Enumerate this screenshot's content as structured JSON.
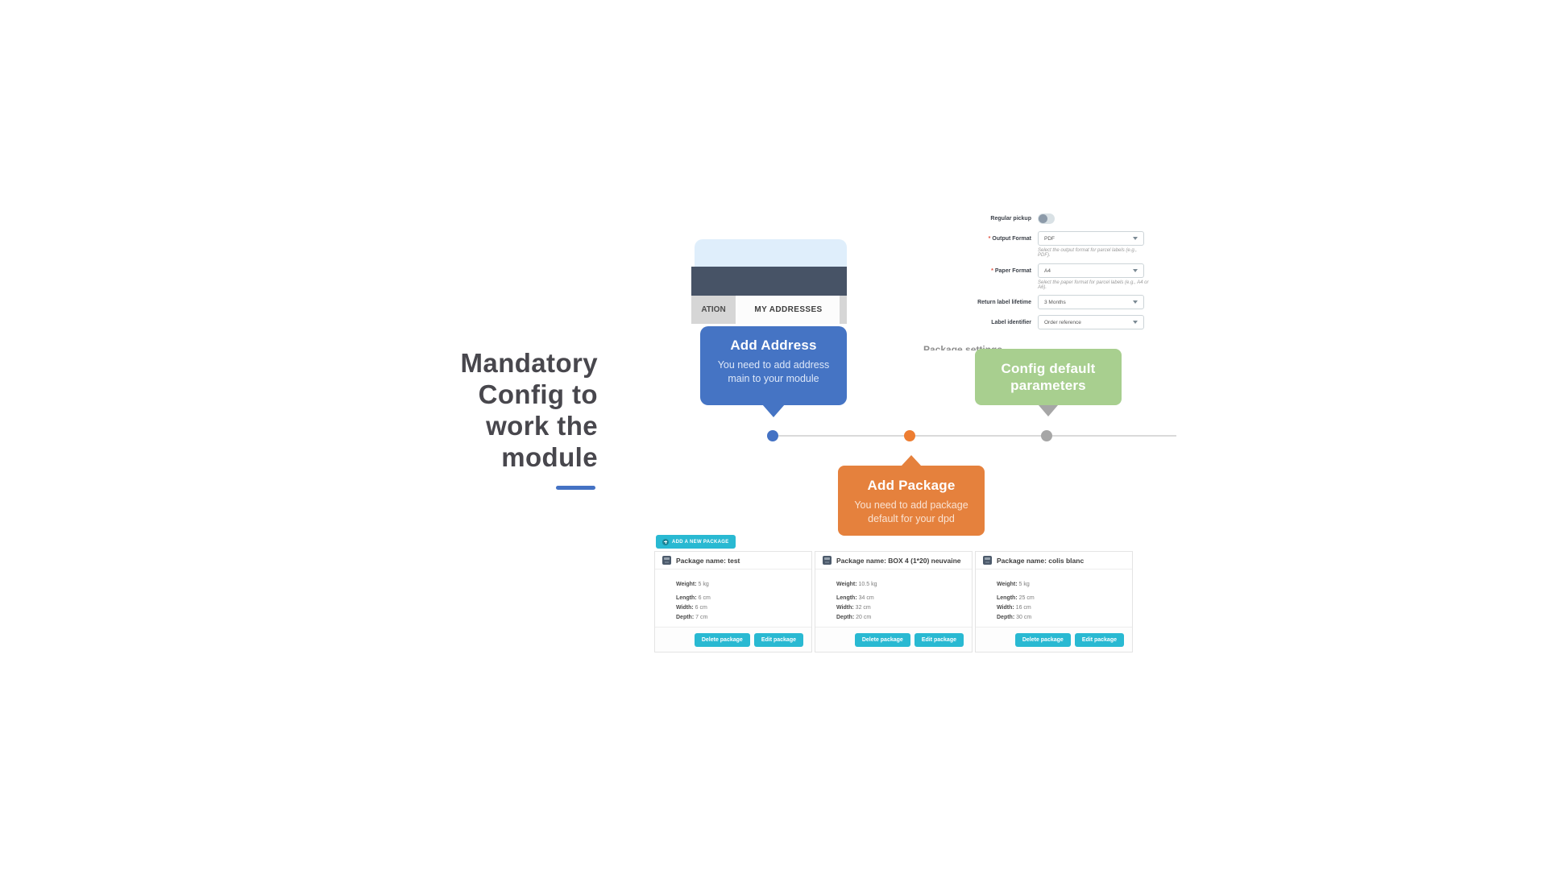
{
  "headline": {
    "text": "Mandatory\nConfig to\nwork the\nmodule"
  },
  "address_panel": {
    "tab_partial_label": "ATION",
    "tab_active_label": "MY ADDRESSES"
  },
  "callouts": {
    "add_address": {
      "title": "Add Address",
      "body": "You need to add address\nmain to your module"
    },
    "config_default": {
      "title": "Config default\nparameters"
    },
    "add_package": {
      "title": "Add Package",
      "body": "You need to add package\ndefault for your dpd"
    }
  },
  "settings_form": {
    "required_mark": "*",
    "rows": [
      {
        "label": "Regular pickup"
      },
      {
        "label": "Output Format",
        "value": "PDF",
        "helper": "Select the output format for parcel labels (e.g., PDF)."
      },
      {
        "label": "Paper Format",
        "value": "A4",
        "helper": "Select the paper format for parcel labels (e.g., A4 or A6)."
      },
      {
        "label": "Return label lifetime",
        "value": "3 Months"
      },
      {
        "label": "Label identifier",
        "value": "Order reference"
      }
    ],
    "section_heading": "Package settings"
  },
  "packages": {
    "add_button_label": "ADD A NEW PACKAGE",
    "field_labels": {
      "weight": "Weight:",
      "length": "Length:",
      "width": "Width:",
      "depth": "Depth:"
    },
    "delete_label": "Delete package",
    "edit_label": "Edit package",
    "cards": [
      {
        "title": "Package name: test",
        "weight": "5 kg",
        "length": "6 cm",
        "width": "6 cm",
        "depth": "7 cm"
      },
      {
        "title": "Package name: BOX 4 (1*20) neuvaine",
        "weight": "10.5 kg",
        "length": "34 cm",
        "width": "32 cm",
        "depth": "20 cm"
      },
      {
        "title": "Package name: colis blanc",
        "weight": "5 kg",
        "length": "25 cm",
        "width": "16 cm",
        "depth": "30 cm"
      }
    ]
  },
  "colors": {
    "accent_blue": "#4574c4",
    "accent_green": "#a8cf8f",
    "accent_orange": "#e5813d",
    "timeline_gray": "#a6a6a6",
    "button_cyan": "#29b9d2",
    "navy_bar": "#475366",
    "panel_lightblue": "#dfeefb",
    "underline_blue": "#4472c4"
  }
}
